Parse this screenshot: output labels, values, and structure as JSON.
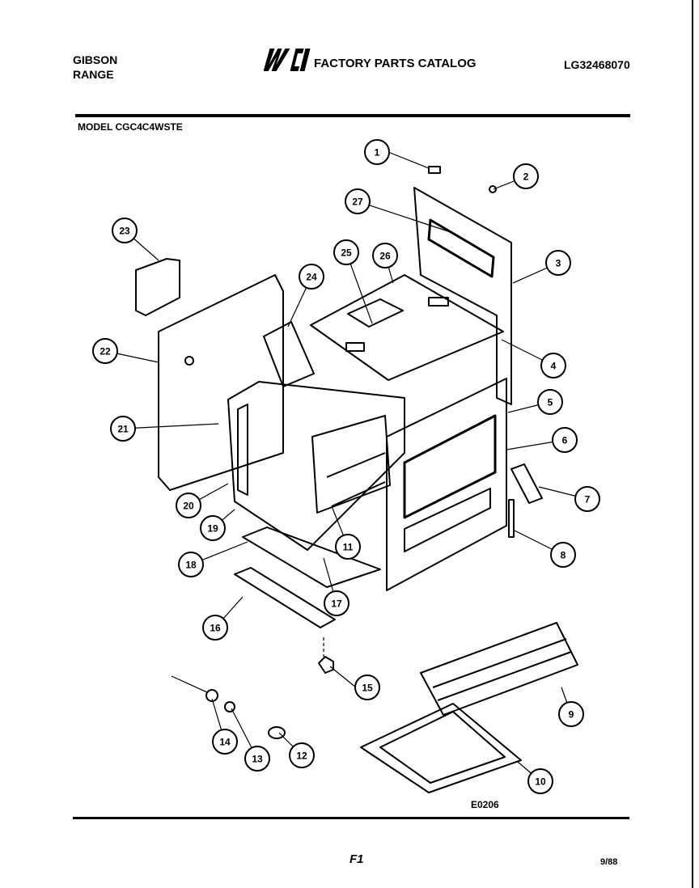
{
  "header": {
    "brand_line1": "GIBSON",
    "brand_line2": "RANGE",
    "logo_text": "WCI",
    "catalog_title": "FACTORY PARTS CATALOG",
    "doc_number": "LG32468070"
  },
  "model_label": "MODEL CGC4C4WSTE",
  "callouts": [
    "1",
    "2",
    "3",
    "4",
    "5",
    "6",
    "7",
    "8",
    "9",
    "10",
    "11",
    "12",
    "13",
    "14",
    "15",
    "16",
    "17",
    "18",
    "19",
    "20",
    "21",
    "22",
    "23",
    "24",
    "25",
    "26",
    "27"
  ],
  "footer": {
    "figure_code": "E0206",
    "page_mark": "F1",
    "date": "9/88"
  }
}
